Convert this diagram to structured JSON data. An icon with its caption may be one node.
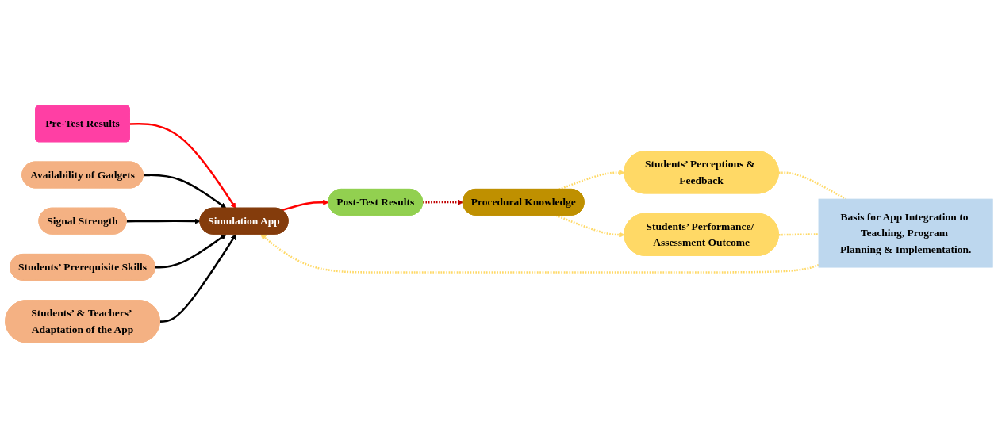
{
  "diagram": {
    "nodes": [
      {
        "text": [
          "Pre-Test Results"
        ]
      },
      {
        "text": [
          "Availability of Gadgets"
        ]
      },
      {
        "text": [
          "Signal Strength"
        ]
      },
      {
        "text": [
          "Simulation App"
        ]
      },
      {
        "text": [
          "Post-Test Results"
        ]
      },
      {
        "text": [
          "Procedural Knowledge"
        ]
      },
      {
        "text": [
          "Students’ Perceptions & Feedback"
        ]
      },
      {
        "text": [
          "Students’ Prerequisite Skills"
        ]
      },
      {
        "text": [
          "Students’ & Teachers’ Adaptation of the App"
        ]
      },
      {
        "text": [
          "Students’ Performance/ Assessment Outcome"
        ]
      },
      {
        "text": [
          "Basis for App Integration to Teaching, Program Planning & Implementation."
        ]
      }
    ],
    "edges": [
      {
        "from": 0,
        "to": 3,
        "arrow": "to",
        "color": "#ff0000"
      },
      {
        "from": 1,
        "to": 3,
        "arrow": "to",
        "color": "#000000"
      },
      {
        "from": 2,
        "to": 3,
        "arrow": "to",
        "color": "#000000"
      },
      {
        "from": 7,
        "to": 3,
        "arrow": "to",
        "color": "#000000"
      },
      {
        "from": 8,
        "to": 3,
        "arrow": "to",
        "color": "#000000"
      },
      {
        "from": 3,
        "to": 4,
        "arrow": "to",
        "color": "#ff0000"
      },
      {
        "from": 4,
        "to": 5,
        "arrow": "to",
        "style": "dashed",
        "color": "#c00000"
      },
      {
        "from": 5,
        "to": 6,
        "arrow": "to",
        "style": "dashed"
      },
      {
        "from": 5,
        "to": 9,
        "arrow": "to",
        "style": "dashed"
      },
      {
        "from": 6,
        "to": 10,
        "arrow": "none",
        "style": "dashed"
      },
      {
        "from": 9,
        "to": 10,
        "arrow": "none",
        "style": "dashed"
      },
      {
        "from": 10,
        "to": 3,
        "arrow": "to",
        "style": "dashed"
      }
    ]
  }
}
